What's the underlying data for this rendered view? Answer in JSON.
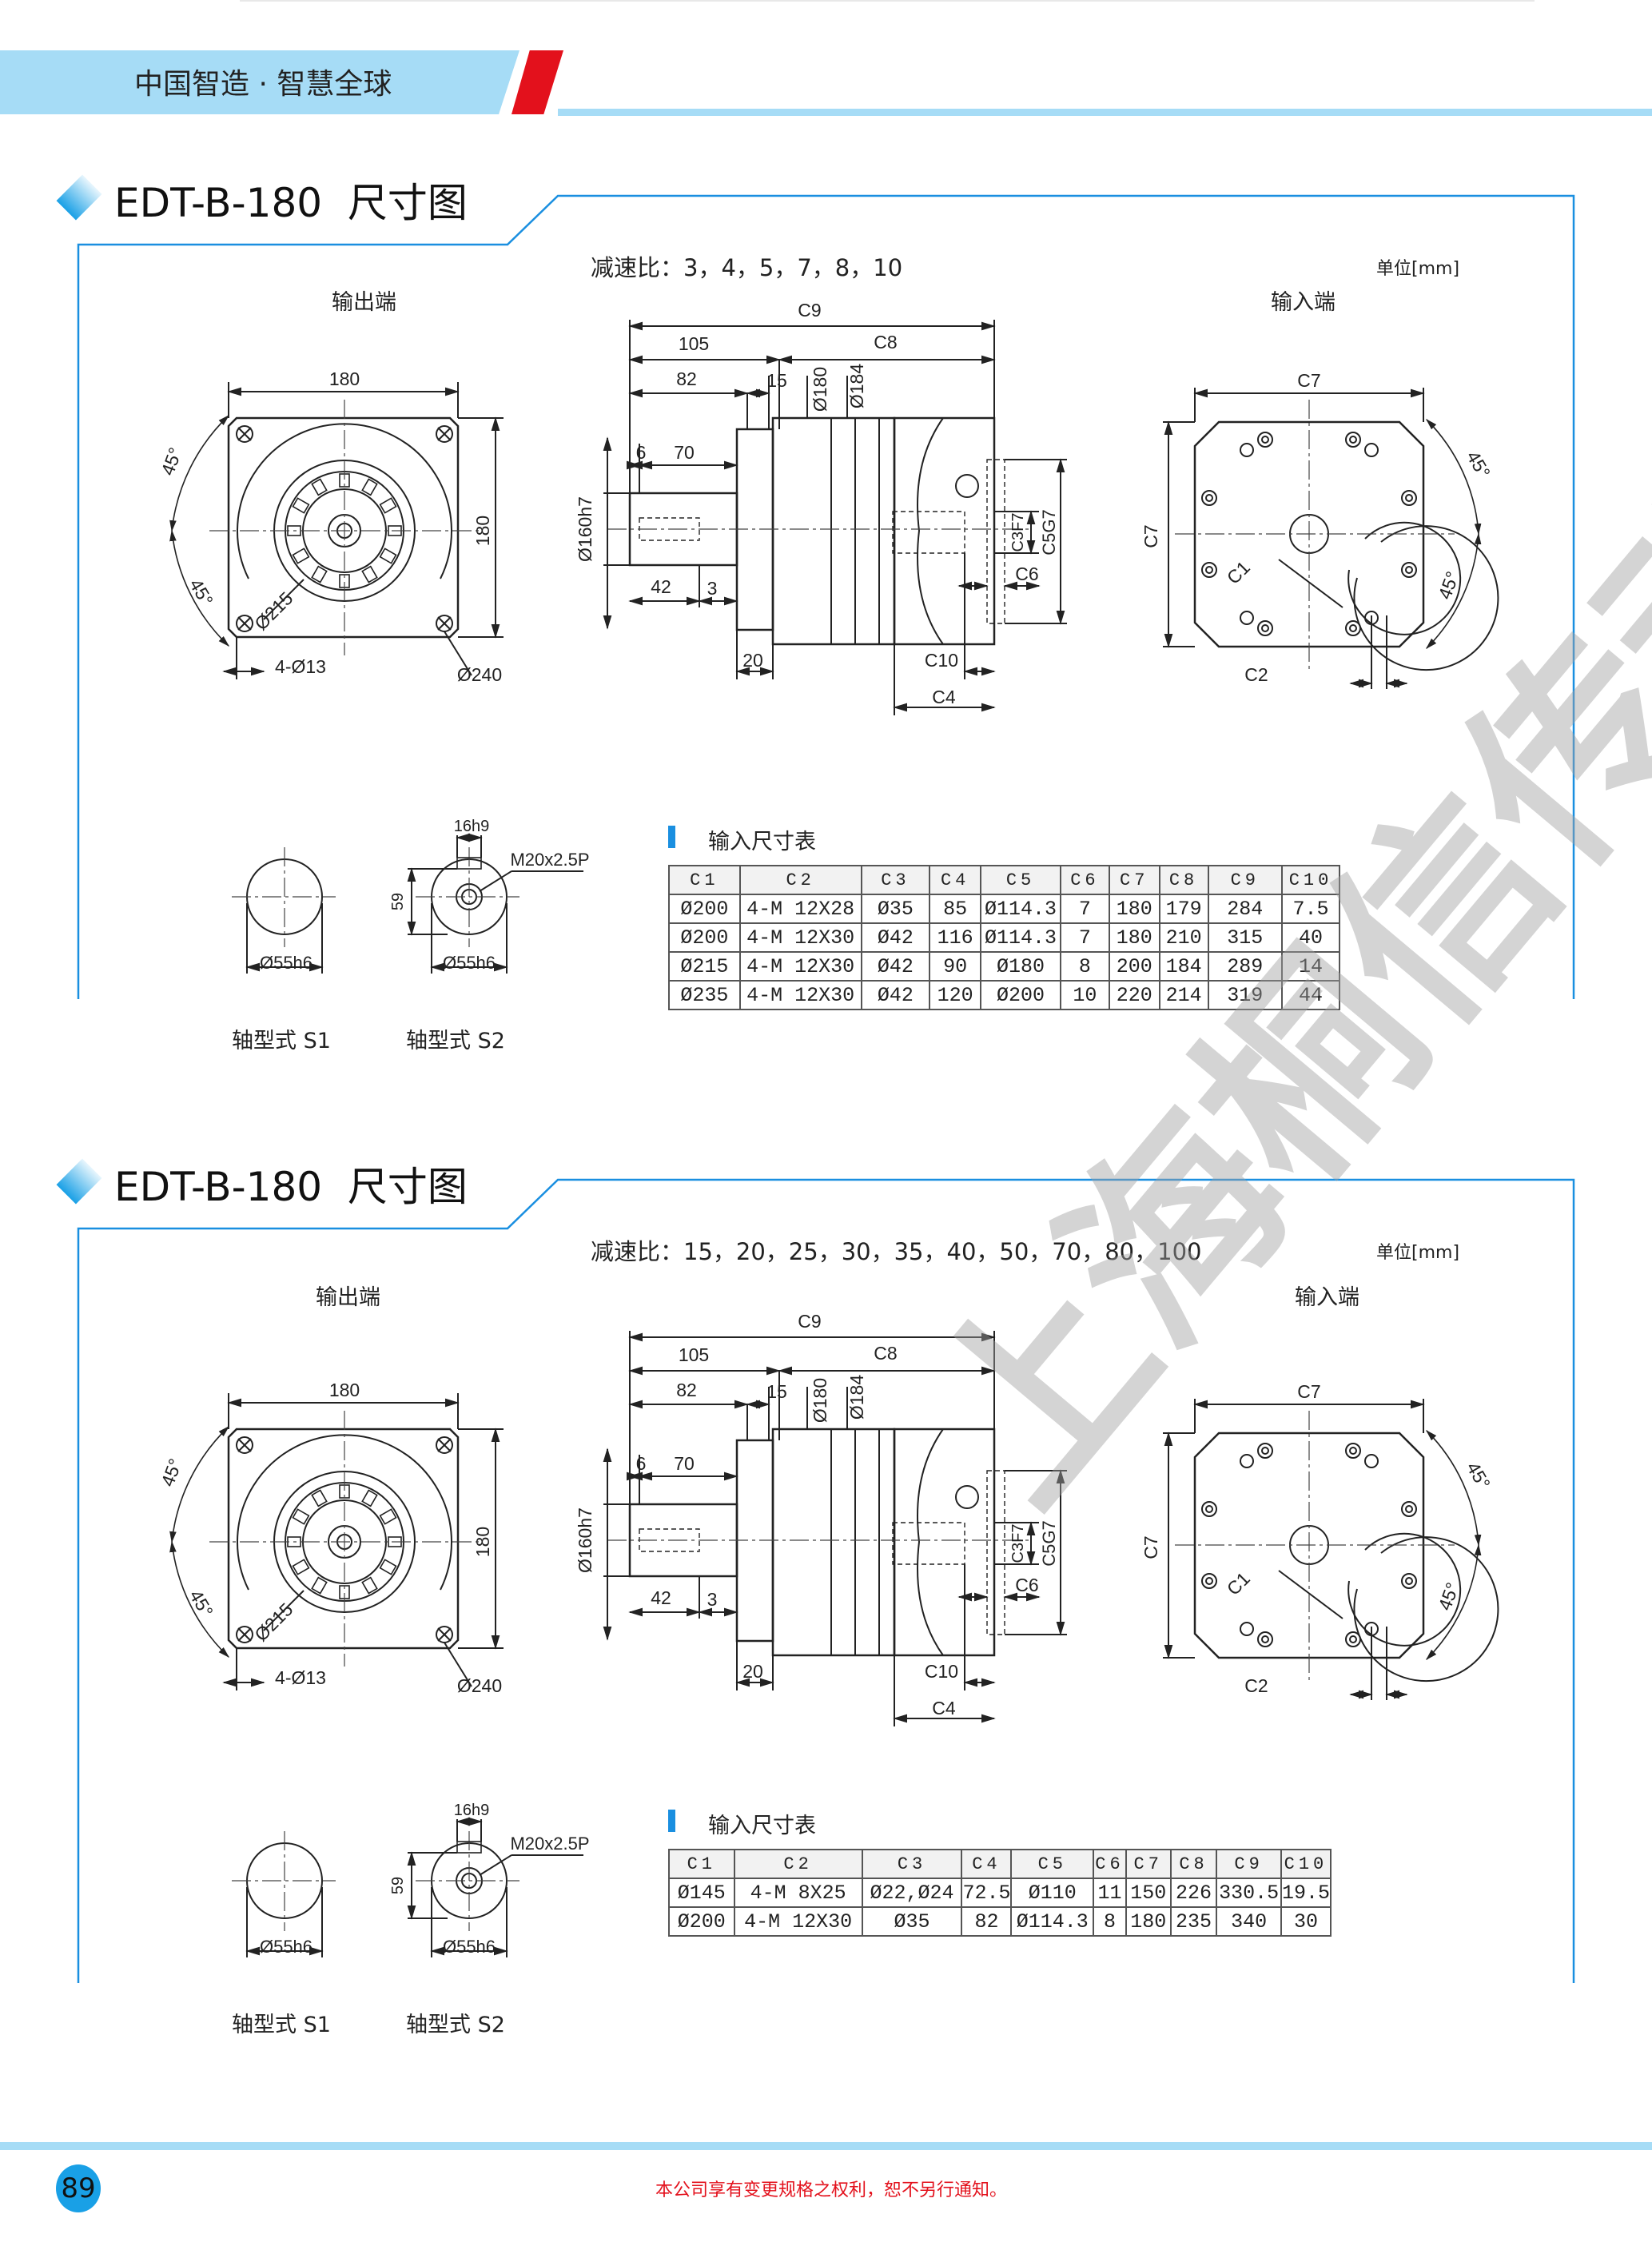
{
  "header": {
    "slogan": "中国智造 · 智慧全球"
  },
  "sections": [
    {
      "title": "EDT-B-180  尺寸图",
      "ratio_text": "减速比：3，4，5，7，8，10",
      "unit": "单位[mm]",
      "output_end": "输出端",
      "input_end": "输入端",
      "dims": {
        "out_180_h": "180",
        "out_180_v": "180",
        "out_45_a": "45°",
        "out_45_b": "45°",
        "out_d215": "Ø215",
        "out_holes": "4-Ø13",
        "out_d240": "Ø240",
        "C9": "C9",
        "d105": "105",
        "C8": "C8",
        "d82": "82",
        "d15": "15",
        "d180": "Ø180",
        "d184": "Ø184",
        "d6": "6",
        "d70": "70",
        "d160": "Ø160h7",
        "d42": "42",
        "d3": "3",
        "d20": "20",
        "C10": "C10",
        "C4": "C4",
        "C3": "C3F7",
        "C5": "C5G7",
        "C6": "C6",
        "in_C7_h": "C7",
        "in_C7_v": "C7",
        "in_C1": "C1",
        "in_C2": "C2",
        "in_45_a": "45°",
        "in_45_b": "45°"
      },
      "shafts": {
        "s1_dia": "Ø55h6",
        "s1_label": "轴型式 S1",
        "s2_key": "16h9",
        "s2_len": "59",
        "s2_thread": "M20x2.5P",
        "s2_dia": "Ø55h6",
        "s2_label": "轴型式 S2"
      },
      "table_title": "输入尺寸表",
      "table": {
        "headers": [
          "C1",
          "C2",
          "C3",
          "C4",
          "C5",
          "C6",
          "C7",
          "C8",
          "C9",
          "C10"
        ],
        "rows": [
          [
            "Ø200",
            "4-M 12X28",
            "Ø35",
            "85",
            "Ø114.3",
            "7",
            "180",
            "179",
            "284",
            "7.5"
          ],
          [
            "Ø200",
            "4-M 12X30",
            "Ø42",
            "116",
            "Ø114.3",
            "7",
            "180",
            "210",
            "315",
            "40"
          ],
          [
            "Ø215",
            "4-M 12X30",
            "Ø42",
            "90",
            "Ø180",
            "8",
            "200",
            "184",
            "289",
            "14"
          ],
          [
            "Ø235",
            "4-M 12X30",
            "Ø42",
            "120",
            "Ø200",
            "10",
            "220",
            "214",
            "319",
            "44"
          ]
        ]
      }
    },
    {
      "title": "EDT-B-180  尺寸图",
      "ratio_text": "减速比：15，20，25，30，35，40，50，70，80，100",
      "unit": "单位[mm]",
      "output_end": "输出端",
      "input_end": "输入端",
      "dims": {
        "out_180_h": "180",
        "out_180_v": "180",
        "out_45_a": "45°",
        "out_45_b": "45°",
        "out_d215": "Ø215",
        "out_holes": "4-Ø13",
        "out_d240": "Ø240",
        "C9": "C9",
        "d105": "105",
        "C8": "C8",
        "d82": "82",
        "d15": "15",
        "d180": "Ø180",
        "d184": "Ø184",
        "d6": "6",
        "d70": "70",
        "d160": "Ø160h7",
        "d42": "42",
        "d3": "3",
        "d20": "20",
        "C10": "C10",
        "C4": "C4",
        "C3": "C3F7",
        "C5": "C5G7",
        "C6": "C6",
        "in_C7_h": "C7",
        "in_C7_v": "C7",
        "in_C1": "C1",
        "in_C2": "C2",
        "in_45_a": "45°",
        "in_45_b": "45°"
      },
      "shafts": {
        "s1_dia": "Ø55h6",
        "s1_label": "轴型式 S1",
        "s2_key": "16h9",
        "s2_len": "59",
        "s2_thread": "M20x2.5P",
        "s2_dia": "Ø55h6",
        "s2_label": "轴型式 S2"
      },
      "table_title": "输入尺寸表",
      "table": {
        "headers": [
          "C1",
          "C2",
          "C3",
          "C4",
          "C5",
          "C6",
          "C7",
          "C8",
          "C9",
          "C10"
        ],
        "rows": [
          [
            "Ø145",
            "4-M 8X25",
            "Ø22,Ø24",
            "72.5",
            "Ø110",
            "11",
            "150",
            "226",
            "330.5",
            "19.5"
          ],
          [
            "Ø200",
            "4-M 12X30",
            "Ø35",
            "82",
            "Ø114.3",
            "8",
            "180",
            "235",
            "340",
            "30"
          ]
        ]
      }
    }
  ],
  "footer": {
    "page_number": "89",
    "notice": "本公司享有变更规格之权利，恕不另行通知。"
  },
  "watermark": "上海桐信传动",
  "colors": {
    "accent_blue": "#1a8fe0",
    "band_blue": "#a6dcf6",
    "red": "#e3111c"
  }
}
